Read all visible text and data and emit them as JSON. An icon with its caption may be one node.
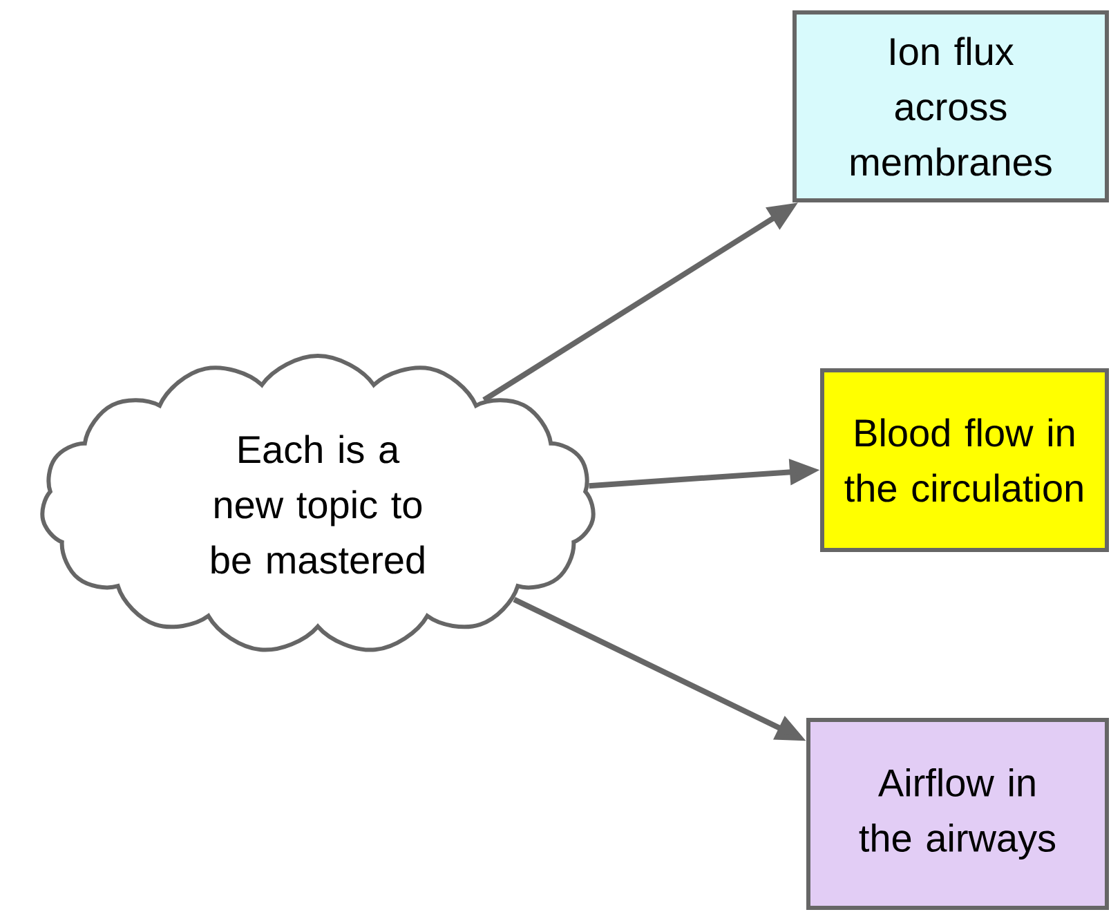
{
  "diagram": {
    "nodes": [
      {
        "text": [
          "Each is a new topic to be mastered"
        ]
      },
      {
        "text": [
          "Ion flux across membranes"
        ]
      },
      {
        "text": [
          "Blood flow in the circulation"
        ]
      },
      {
        "text": [
          "Airflow in the airways"
        ]
      }
    ],
    "edges": [
      {
        "from": 0,
        "to": 1,
        "arrow": "to"
      },
      {
        "from": 0,
        "to": 2,
        "arrow": "to"
      },
      {
        "from": 0,
        "to": 3,
        "arrow": "to"
      }
    ]
  }
}
